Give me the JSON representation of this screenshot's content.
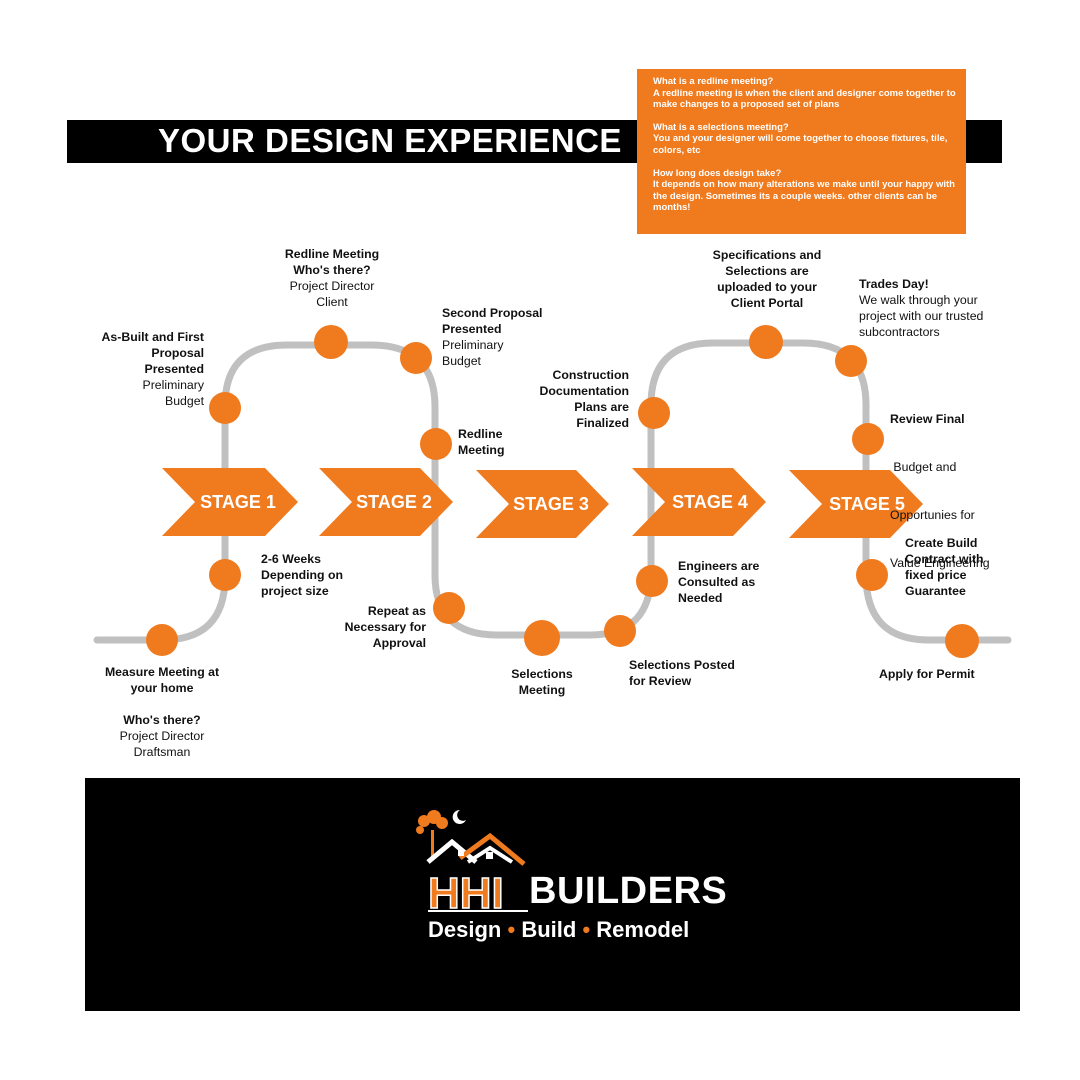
{
  "header": {
    "title": "YOUR DESIGN EXPERIENCE"
  },
  "faq": [
    {
      "q": "What is a redline meeting?",
      "a": "A redline meeting is when the client and designer come together to make changes to a proposed set of plans"
    },
    {
      "q": "What is a selections meeting?",
      "a": "You and your designer will come together to choose fixtures, tile, colors, etc"
    },
    {
      "q": "How long does design take?",
      "a": "It depends on how many alterations we make until your happy with the design. Sometimes its a couple weeks. other clients can be months!"
    }
  ],
  "stages": [
    "STAGE 1",
    "STAGE 2",
    "STAGE 3",
    "STAGE 4",
    "STAGE 5"
  ],
  "milestones": {
    "measure": {
      "title": "Measure Meeting at your home",
      "who": "Who's there?",
      "people": [
        "Project Director",
        "Draftsman"
      ]
    },
    "weeks": {
      "title": "2-6 Weeks Depending on project size"
    },
    "asbuilt": {
      "title": "As-Built and First Proposal Presented",
      "detail": [
        "Preliminary",
        "Budget"
      ]
    },
    "redline1": {
      "title": "Redline Meeting",
      "who": "Who's there?",
      "people": [
        "Project Director",
        "Client"
      ]
    },
    "second": {
      "title": "Second Proposal Presented",
      "detail": [
        "Preliminary",
        "Budget"
      ]
    },
    "redline2": {
      "title": "Redline Meeting"
    },
    "repeat": {
      "title": "Repeat as Necessary for Approval"
    },
    "selections": {
      "title": "Selections Meeting"
    },
    "posted": {
      "title": "Selections Posted for Review"
    },
    "engineers": {
      "title": "Engineers are Consulted as Needed"
    },
    "construction": {
      "title": "Construction Documentation Plans are Finalized"
    },
    "specs": {
      "title": "Specifications and Selections are uploaded to your Client Portal"
    },
    "trades": {
      "title": "Trades Day!",
      "detail": [
        "We walk through your",
        "project with our trusted",
        "subcontractors"
      ]
    },
    "review": {
      "title": "Review Final",
      "detail": [
        " Budget and",
        "Opportunies for",
        "Value Engineering"
      ]
    },
    "contract": {
      "title": "Create Build Contract with fixed price Guarantee"
    },
    "permit": {
      "title": "Apply for Permit"
    }
  },
  "logo": {
    "letters": "HHI",
    "name": "BUILDERS",
    "tagline": [
      "Design",
      "Build",
      "Remodel"
    ],
    "separator": "•"
  },
  "colors": {
    "accent": "#f07a1e",
    "path": "#c0c0c0",
    "dark": "#000000"
  }
}
